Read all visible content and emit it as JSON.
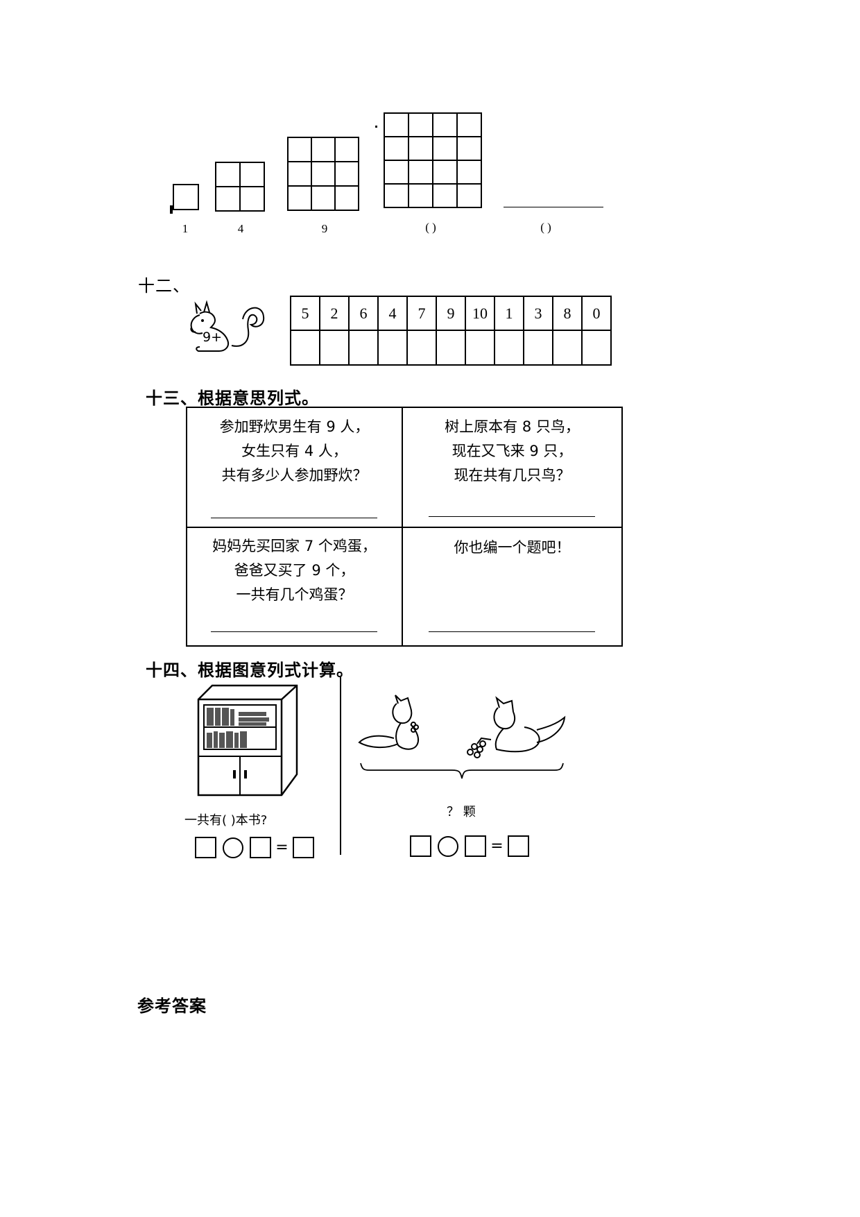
{
  "section11": {
    "labels": [
      "1",
      "4",
      "9",
      "(   )",
      "(   )"
    ]
  },
  "section12": {
    "title": "十二、",
    "squirrel_label": "9+",
    "numbers": [
      "5",
      "2",
      "6",
      "4",
      "7",
      "9",
      "10",
      "1",
      "3",
      "8",
      "0"
    ]
  },
  "section13": {
    "title": "十三、根据意思列式。",
    "cells": [
      {
        "lines": [
          "参加野炊男生有 9 人，",
          "女生只有 4 人，",
          "共有多少人参加野炊？"
        ]
      },
      {
        "lines": [
          "树上原本有 8 只鸟，",
          "现在又飞来 9 只，",
          "现在共有几只鸟？"
        ]
      },
      {
        "lines": [
          "妈妈先买回家 7 个鸡蛋，",
          "爸爸又买了 9 个，",
          "一共有几个鸡蛋？"
        ]
      },
      {
        "lines": [
          "你也编一个题吧！"
        ]
      }
    ]
  },
  "section14": {
    "title": "十四、根据图意列式计算。",
    "left_caption": "一共有(      )本书?",
    "right_caption": "？ 颗",
    "equals": "="
  },
  "answers_title": "参考答案"
}
